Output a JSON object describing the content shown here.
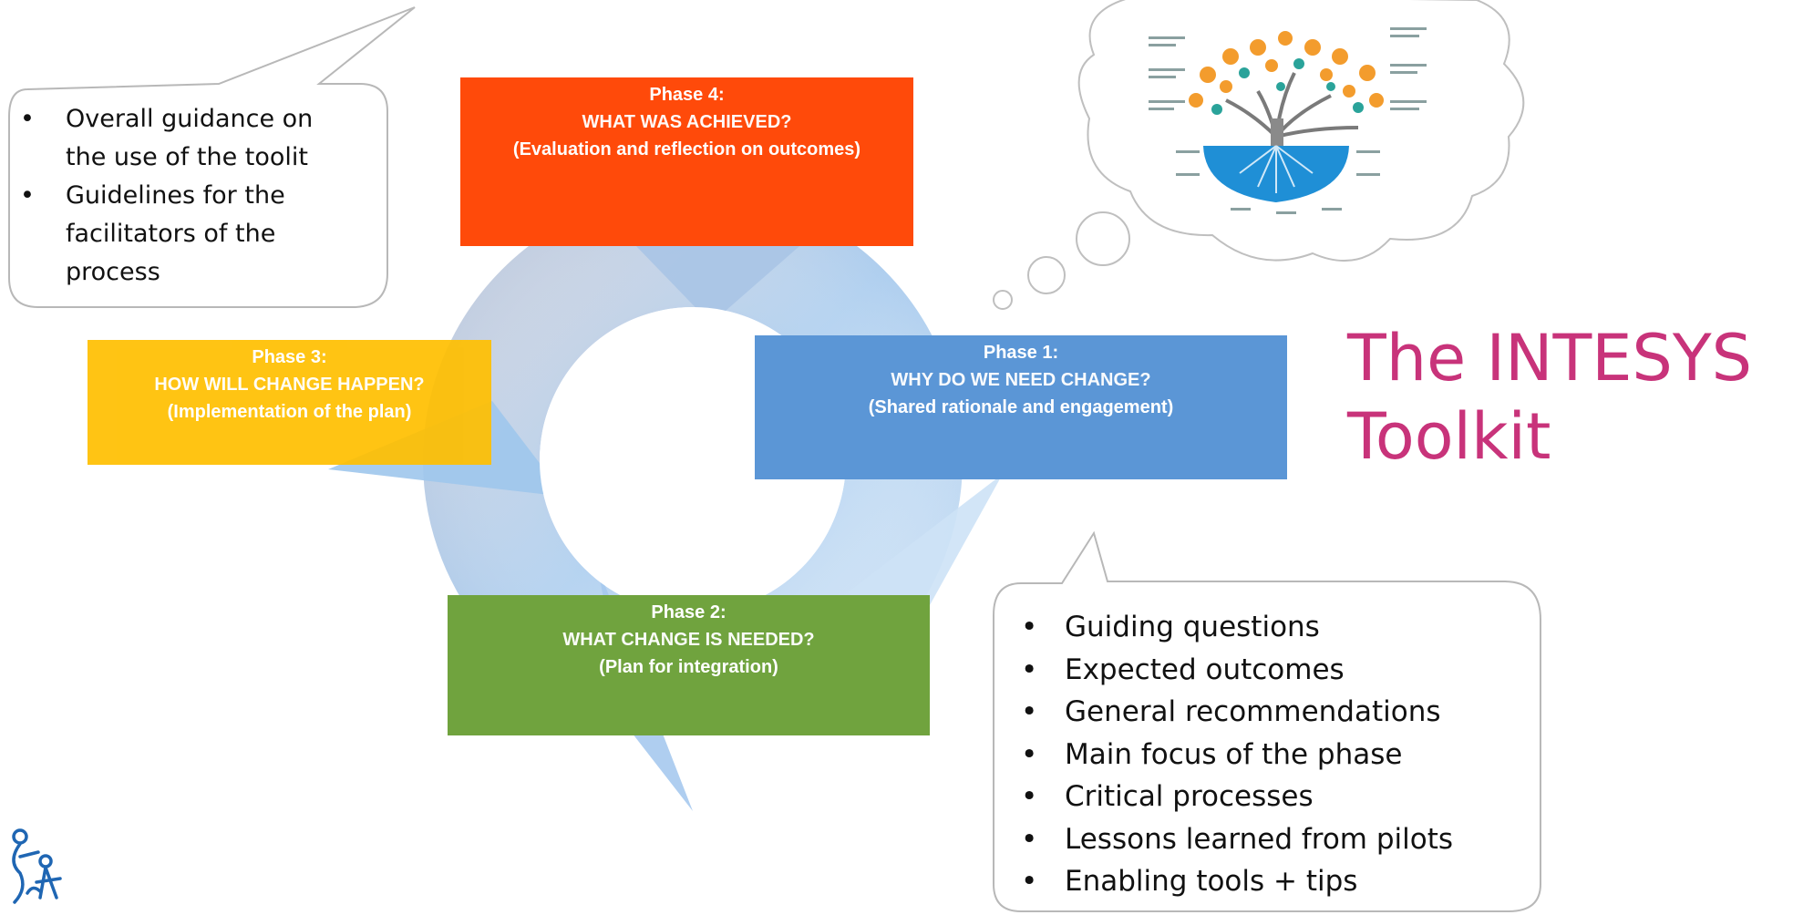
{
  "slide": {
    "title_line1": "The INTESYS",
    "title_line2": "Toolkit"
  },
  "phases": [
    {
      "label": "Phase 4:",
      "question": "WHAT WAS ACHIEVED?",
      "description": "(Evaluation and reflection on outcomes)",
      "color": "#ff4a0a"
    },
    {
      "label": "Phase 3:",
      "question": "HOW WILL CHANGE HAPPEN?",
      "description": "(Implementation of the plan)",
      "color": "#ffbf00"
    },
    {
      "label": "Phase 1:",
      "question": "WHY DO WE NEED CHANGE?",
      "description": "(Shared rationale and engagement)",
      "color": "#5b96d6"
    },
    {
      "label": "Phase 2:",
      "question": "WHAT CHANGE IS NEEDED?",
      "description": "(Plan for integration)",
      "color": "#70a33e"
    }
  ],
  "callout_general": {
    "items": [
      "Overall guidance on",
      "the use of the toolit",
      "Guidelines for the",
      "facilitators of the",
      "process"
    ]
  },
  "callout_phase": {
    "items": [
      "Guiding questions",
      "Expected outcomes",
      "General recommendations",
      "Main focus of the phase",
      "Critical processes",
      "Lessons learned from pilots",
      "Enabling tools + tips"
    ]
  },
  "colors": {
    "title": "#c8337a",
    "cycle_arrow": "#a9cbed",
    "callout_border": "#b8b8b8"
  },
  "icons": [
    "tree-diagram-icon",
    "family-logo-icon",
    "cycle-arrows-icon"
  ]
}
